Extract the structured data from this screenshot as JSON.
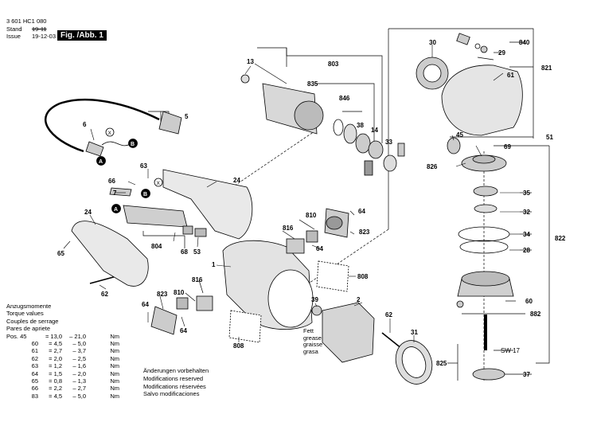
{
  "header": {
    "doc_number": "3 601 HC1 080",
    "stand_label": "Stand",
    "stand_value": "19-11",
    "issue_label": "Issue",
    "issue_value": "19-12-03",
    "figure_label": "Fig. /Abb. 1"
  },
  "torque": {
    "headings": [
      "Anzugsmomente",
      "Torque values",
      "Couples de serrage",
      "Pares de apriete"
    ],
    "rows": [
      {
        "pos": "Pos. 45",
        "a": "= 13,0",
        "b": "– 21,0",
        "unit": "Nm"
      },
      {
        "pos": "60",
        "a": "= 4,5",
        "b": "– 5,0",
        "unit": "Nm"
      },
      {
        "pos": "61",
        "a": "= 2,7",
        "b": "– 3,7",
        "unit": "Nm"
      },
      {
        "pos": "62",
        "a": "= 2,0",
        "b": "– 2,5",
        "unit": "Nm"
      },
      {
        "pos": "63",
        "a": "= 1,2",
        "b": "– 1,6",
        "unit": "Nm"
      },
      {
        "pos": "64",
        "a": "= 1,5",
        "b": "– 2,0",
        "unit": "Nm"
      },
      {
        "pos": "65",
        "a": "= 0,8",
        "b": "– 1,3",
        "unit": "Nm"
      },
      {
        "pos": "66",
        "a": "= 2,2",
        "b": "– 2,7",
        "unit": "Nm"
      },
      {
        "pos": "83",
        "a": "= 4,5",
        "b": "– 5,0",
        "unit": "Nm"
      }
    ]
  },
  "changes": [
    "Änderungen vorbehalten",
    "Modifications reserved",
    "Modifications réservées",
    "Salvo modificaciones"
  ],
  "grease": [
    "Fett",
    "grease",
    "graisse",
    "grasa"
  ],
  "callouts": [
    {
      "t": "30"
    },
    {
      "t": "840"
    },
    {
      "t": "29"
    },
    {
      "t": "821"
    },
    {
      "t": "61"
    },
    {
      "t": "13"
    },
    {
      "t": "803"
    },
    {
      "t": "835"
    },
    {
      "t": "846"
    },
    {
      "t": "38"
    },
    {
      "t": "14"
    },
    {
      "t": "33"
    },
    {
      "t": "5"
    },
    {
      "t": "6"
    },
    {
      "t": "A"
    },
    {
      "t": "B"
    },
    {
      "t": "X"
    },
    {
      "t": "63"
    },
    {
      "t": "66"
    },
    {
      "t": "7"
    },
    {
      "t": "B"
    },
    {
      "t": "X"
    },
    {
      "t": "24"
    },
    {
      "t": "A"
    },
    {
      "t": "24"
    },
    {
      "t": "65"
    },
    {
      "t": "804"
    },
    {
      "t": "68"
    },
    {
      "t": "53"
    },
    {
      "t": "62"
    },
    {
      "t": "45"
    },
    {
      "t": "51"
    },
    {
      "t": "69"
    },
    {
      "t": "826"
    },
    {
      "t": "35"
    },
    {
      "t": "32"
    },
    {
      "t": "34"
    },
    {
      "t": "822"
    },
    {
      "t": "28"
    },
    {
      "t": "60"
    },
    {
      "t": "882"
    },
    {
      "t": "SW 17"
    },
    {
      "t": "825"
    },
    {
      "t": "37"
    },
    {
      "t": "810"
    },
    {
      "t": "64"
    },
    {
      "t": "816"
    },
    {
      "t": "823"
    },
    {
      "t": "64"
    },
    {
      "t": "1"
    },
    {
      "t": "808"
    },
    {
      "t": "823"
    },
    {
      "t": "810"
    },
    {
      "t": "816"
    },
    {
      "t": "64"
    },
    {
      "t": "64"
    },
    {
      "t": "808"
    },
    {
      "t": "39"
    },
    {
      "t": "2"
    },
    {
      "t": "62"
    },
    {
      "t": "31"
    }
  ]
}
